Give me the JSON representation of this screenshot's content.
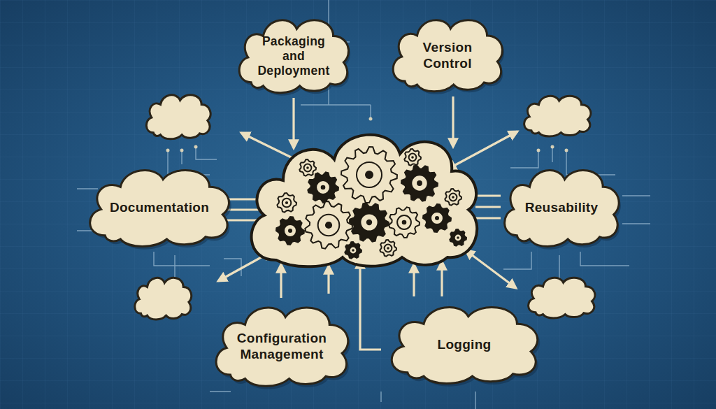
{
  "diagram": {
    "nodes": [
      {
        "text": [
          "Packaging and Deployment"
        ]
      },
      {
        "text": [
          "Version Control"
        ]
      },
      {
        "text": [
          "Documentation"
        ]
      },
      {
        "text": [
          "Reusability"
        ]
      },
      {
        "text": [
          "Configuration Management"
        ]
      },
      {
        "text": [
          "Logging"
        ]
      }
    ]
  }
}
